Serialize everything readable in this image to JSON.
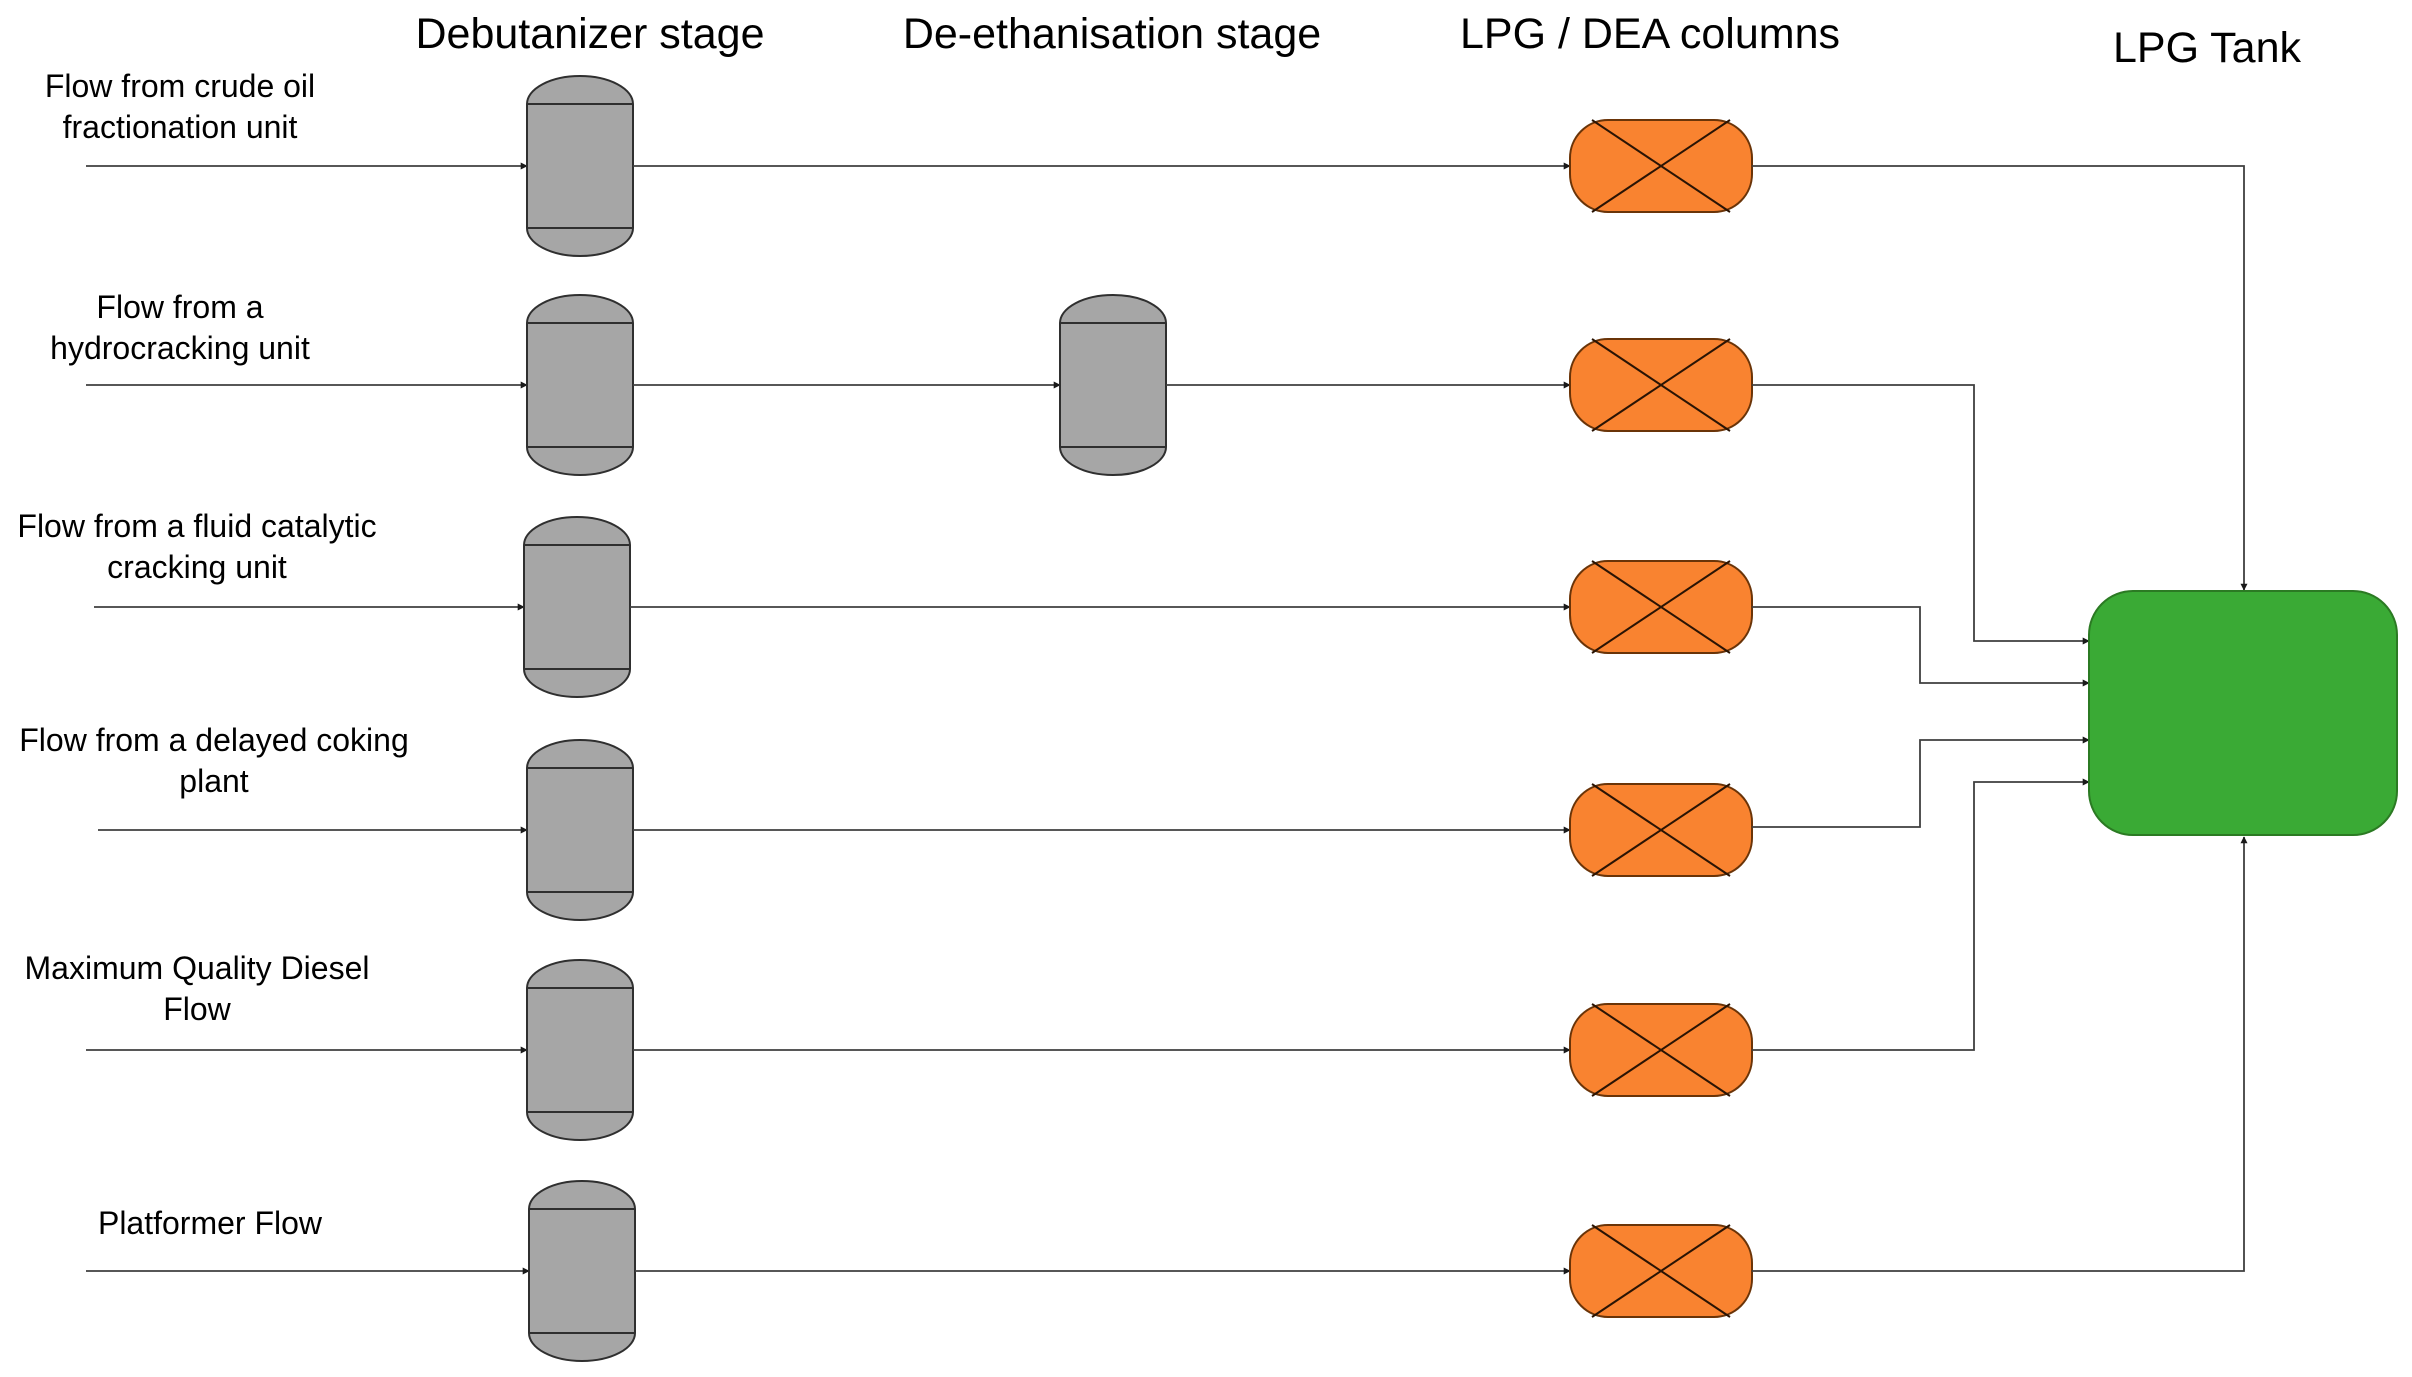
{
  "colors": {
    "debutanizer_vessel": "#a6a6a6",
    "deethaniser_vessel": "#a6a6a6",
    "lpg_dea_column": "#f98330",
    "lpg_tank": "#3aaa35",
    "pipe": "#3f3f3f"
  },
  "headers": {
    "debutanizer": "Debutanizer stage",
    "deethanisation": "De-ethanisation stage",
    "lpg_dea": "LPG / DEA columns",
    "lpg_tank": "LPG Tank"
  },
  "flows": [
    {
      "label_lines": [
        "Flow from crude oil",
        "fractionation unit"
      ],
      "has_deethaniser": false
    },
    {
      "label_lines": [
        "Flow from a",
        "hydrocracking unit"
      ],
      "has_deethaniser": true
    },
    {
      "label_lines": [
        "Flow from a fluid catalytic",
        "cracking unit"
      ],
      "has_deethaniser": false
    },
    {
      "label_lines": [
        "Flow from a delayed coking",
        "plant"
      ],
      "has_deethaniser": false
    },
    {
      "label_lines": [
        "Maximum Quality Diesel",
        "Flow"
      ],
      "has_deethaniser": false
    },
    {
      "label_lines": [
        "Platformer Flow"
      ],
      "has_deethaniser": false
    }
  ]
}
